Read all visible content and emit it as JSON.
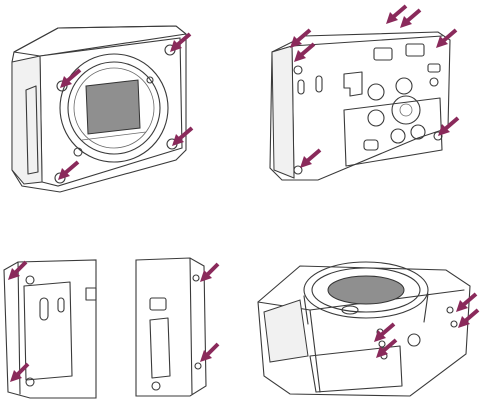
{
  "figure": {
    "views": [
      {
        "view": "front"
      },
      {
        "view": "right-side"
      },
      {
        "view": "left-and-rear-partial"
      },
      {
        "view": "top-angled"
      }
    ],
    "callout": {
      "icon": "arrow-icon",
      "color": "#8a2a5b"
    }
  }
}
